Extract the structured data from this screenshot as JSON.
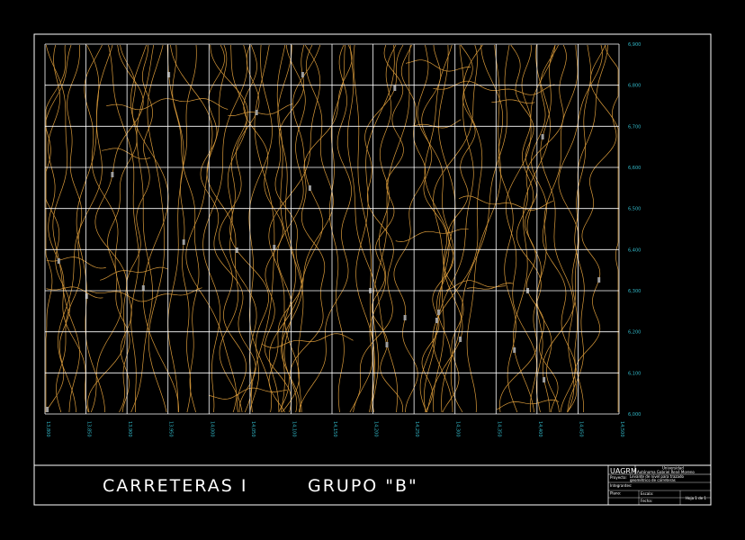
{
  "sheet": {
    "title_left": "CARRETERAS I",
    "title_right": "GRUPO \"B\""
  },
  "grid": {
    "x_ticks": [
      "13,800",
      "13,850",
      "13,900",
      "13,950",
      "14,000",
      "14,050",
      "14,100",
      "14,150",
      "14,200",
      "14,250",
      "14,300",
      "14,350",
      "14,400",
      "14,450",
      "14,500"
    ],
    "y_ticks": [
      "6,900",
      "6,800",
      "6,700",
      "6,600",
      "6,500",
      "6,400",
      "6,300",
      "6,200",
      "6,100",
      "6,000"
    ]
  },
  "title_block": {
    "logo": "UAGRM",
    "institution_line1": "Universidad",
    "institution_line2": "Autónoma Gabriel René Moreno",
    "project_label": "Proyecto:",
    "project_line1": "Levante de nivel para trazado",
    "project_line2": "geométrico de carreteras",
    "team_label": "Integrantes:",
    "drawing_label": "Plano:",
    "scale_label": "Escala:",
    "date_label": "Fecha:",
    "sheet_label": "Hoja 1 de 1"
  },
  "colors": {
    "background": "#000000",
    "frame": "#ffffff",
    "grid": "#ffffff",
    "contour": "#d99a3a",
    "contour_label": "#a0a0a0",
    "tick_label": "#32b8c8",
    "title": "#ffffff"
  }
}
